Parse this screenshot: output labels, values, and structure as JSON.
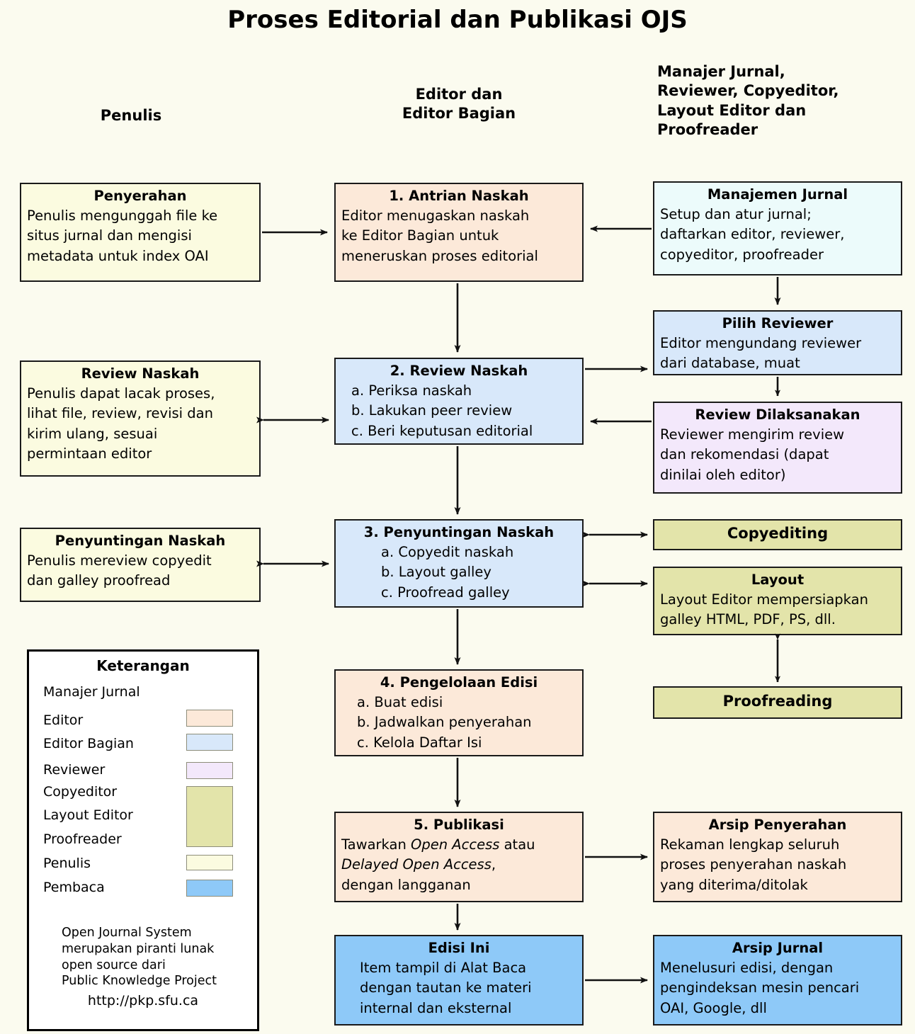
{
  "title": "Proses Editorial dan Publikasi OJS",
  "columns": [
    {
      "name": "author-column",
      "label": "Penulis"
    },
    {
      "name": "editor-column",
      "label": "Editor dan\nEditor Bagian"
    },
    {
      "name": "staff-column",
      "label": "Manajer Jurnal,\nReviewer, Copyeditor,\nLayout Editor dan\nProofreader"
    }
  ],
  "boxes": {
    "penyerahan": {
      "title": "Penyerahan",
      "lines": [
        "Penulis mengunggah file ke",
        "situs jurnal dan mengisi",
        "metadata untuk index OAI"
      ],
      "role": "Penulis",
      "color": "#fbfbe0"
    },
    "antrian_naskah": {
      "title": "1. Antrian Naskah",
      "lines": [
        "Editor menugaskan naskah",
        "ke Editor Bagian untuk",
        "meneruskan proses editorial"
      ],
      "role": "Editor",
      "color": "#fce9d9"
    },
    "manajemen_jurnal": {
      "title": "Manajemen Jurnal",
      "lines": [
        "Setup dan atur jurnal;",
        "daftarkan editor, reviewer,",
        "copyeditor, proofreader"
      ],
      "role": "Manajer Jurnal",
      "color": "#ecfbfb"
    },
    "review_naskah_penulis": {
      "title": "Review Naskah",
      "lines": [
        "Penulis dapat lacak proses,",
        "lihat file, review, revisi dan",
        "kirim ulang, sesuai",
        "permintaan editor"
      ],
      "role": "Penulis",
      "color": "#fbfbe0"
    },
    "review_naskah": {
      "title": "2. Review Naskah",
      "lines": [
        "a. Periksa naskah",
        "b. Lakukan peer review",
        "c. Beri keputusan editorial"
      ],
      "role": "Editor Bagian",
      "color": "#d8e8fa"
    },
    "pilih_reviewer": {
      "title": "Pilih Reviewer",
      "lines": [
        "Editor mengundang reviewer",
        "dari database, muat"
      ],
      "role": "Editor Bagian",
      "color": "#d8e8fa"
    },
    "review_dilaksanakan": {
      "title": "Review Dilaksanakan",
      "lines": [
        "Reviewer mengirim review",
        "dan rekomendasi (dapat",
        "dinilai oleh editor)"
      ],
      "role": "Reviewer",
      "color": "#f3e8fb"
    },
    "penyuntingan_penulis": {
      "title": "Penyuntingan Naskah",
      "lines": [
        "Penulis mereview copyedit",
        "dan galley proofread"
      ],
      "role": "Penulis",
      "color": "#fbfbe0"
    },
    "penyuntingan_naskah": {
      "title": "3. Penyuntingan Naskah",
      "lines": [
        "a. Copyedit naskah",
        "b. Layout galley",
        "c. Proofread galley"
      ],
      "role": "Editor Bagian",
      "color": "#d8e8fa"
    },
    "copyediting": {
      "title": "Copyediting",
      "lines": [],
      "role": "Copyeditor",
      "color": "#e3e4aa"
    },
    "layout": {
      "title": "Layout",
      "lines": [
        "Layout Editor mempersiapkan",
        "galley HTML, PDF, PS, dll."
      ],
      "role": "Layout Editor",
      "color": "#e3e4aa"
    },
    "proofreading": {
      "title": "Proofreading",
      "lines": [],
      "role": "Proofreader",
      "color": "#e3e4aa"
    },
    "pengelolaan_edisi": {
      "title": "4. Pengelolaan Edisi",
      "lines": [
        "a. Buat edisi",
        "b. Jadwalkan penyerahan",
        "c. Kelola Daftar Isi"
      ],
      "role": "Editor",
      "color": "#fce9d9"
    },
    "publikasi": {
      "title": "5. Publikasi",
      "lines_html": [
        "Tawarkan <em>Open Access</em> atau",
        "<em>Delayed Open Access</em>,",
        "dengan langganan"
      ],
      "lines": [
        "Tawarkan Open Access atau",
        "Delayed Open Access,",
        "dengan langganan"
      ],
      "role": "Editor",
      "color": "#fce9d9"
    },
    "arsip_penyerahan": {
      "title": "Arsip Penyerahan",
      "lines": [
        "Rekaman lengkap seluruh",
        "proses penyerahan naskah",
        "yang diterima/ditolak"
      ],
      "role": "Editor",
      "color": "#fce9d9"
    },
    "edisi_ini": {
      "title": "Edisi Ini",
      "lines": [
        "Item tampil di Alat Baca",
        "dengan tautan ke materi",
        "internal dan eksternal"
      ],
      "role": "Pembaca",
      "color": "#8ec9f8"
    },
    "arsip_jurnal": {
      "title": "Arsip Jurnal",
      "lines": [
        "Menelusuri edisi, dengan",
        "pengindeksan mesin pencari",
        "OAI, Google, dll"
      ],
      "role": "Pembaca",
      "color": "#8ec9f8"
    }
  },
  "legend": {
    "title": "Keterangan",
    "items": [
      {
        "label": "Manajer Jurnal",
        "color": null
      },
      {
        "label": "Editor",
        "color": "#fce9d9"
      },
      {
        "label": "Editor Bagian",
        "color": "#d8e8fa"
      },
      {
        "label": "Reviewer",
        "color": "#f3e8fb"
      },
      {
        "label": "Copyeditor",
        "color": "#e3e4aa"
      },
      {
        "label": "Layout Editor",
        "color": "#e3e4aa"
      },
      {
        "label": "Proofreader",
        "color": "#e3e4aa"
      },
      {
        "label": "Penulis",
        "color": "#fbfbe0"
      },
      {
        "label": "Pembaca",
        "color": "#8ec9f8"
      }
    ],
    "note_lines": [
      "Open Journal System",
      "merupakan piranti lunak",
      "open source dari",
      "Public Knowledge Project"
    ],
    "url": "http://pkp.sfu.ca"
  }
}
